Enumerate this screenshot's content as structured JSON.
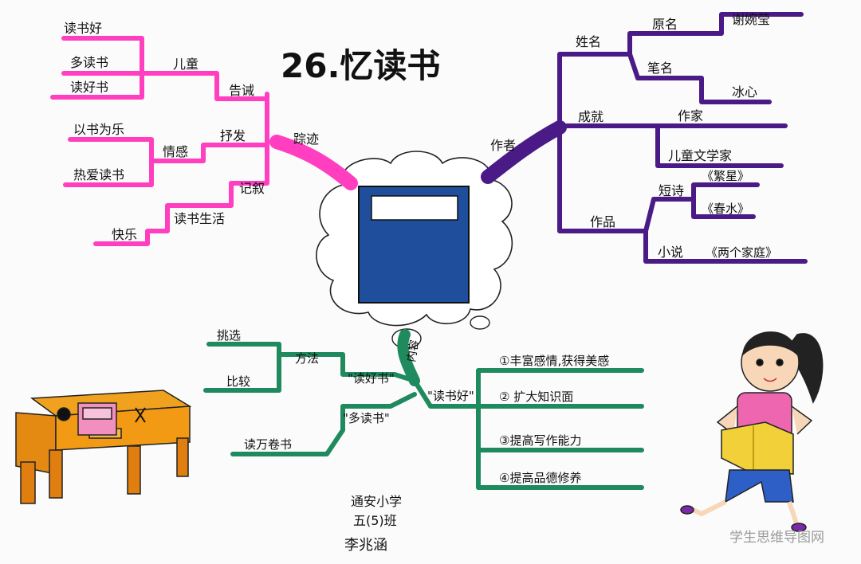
{
  "title": "26.忆读书",
  "center": {
    "book_color": "#1e4e9c"
  },
  "colors": {
    "pink": "#ff3fc0",
    "purple": "#4a1a86",
    "green": "#1f8a5e"
  },
  "branches": {
    "trace": {
      "label": "踪迹",
      "children": {
        "tell": {
          "label": "告诫",
          "sub_label": "儿童",
          "items": [
            "读书好",
            "多读书",
            "读好书"
          ]
        },
        "express": {
          "label": "抒发",
          "sub_label": "情感",
          "items": [
            "以书为乐",
            "热爱读书"
          ]
        },
        "record": {
          "label": "记叙",
          "sub_label": "读书生活",
          "items": [
            "快乐"
          ]
        }
      }
    },
    "author": {
      "label": "作者",
      "name": {
        "label": "姓名",
        "original": {
          "label": "原名",
          "value": "谢婉莹"
        },
        "pen": {
          "label": "笔名",
          "value": "冰心"
        }
      },
      "achievement": {
        "label": "成就",
        "items": [
          "作家",
          "儿童文学家"
        ]
      },
      "works": {
        "label": "作品",
        "poems": {
          "label": "短诗",
          "items": [
            "《繁星》",
            "《春水》"
          ]
        },
        "novel": {
          "label": "小说",
          "value": "《两个家庭》"
        }
      }
    },
    "content": {
      "label": "内容",
      "good": {
        "label": "\"读书好\"",
        "items": [
          "①丰富感情,获得美感",
          "② 扩大知识面",
          "③提高写作能力",
          "④提高品德修养"
        ]
      },
      "good_books": {
        "label": "\"读好书\"",
        "method_label": "方法",
        "items": [
          "挑选",
          "比较"
        ]
      },
      "read_more": {
        "label": "\"多读书\"",
        "items": [
          "读万卷书"
        ]
      }
    }
  },
  "signature": {
    "school": "通安小学",
    "class": "五(5)班",
    "name": "李兆涵"
  },
  "watermark": "学生思维导图网"
}
